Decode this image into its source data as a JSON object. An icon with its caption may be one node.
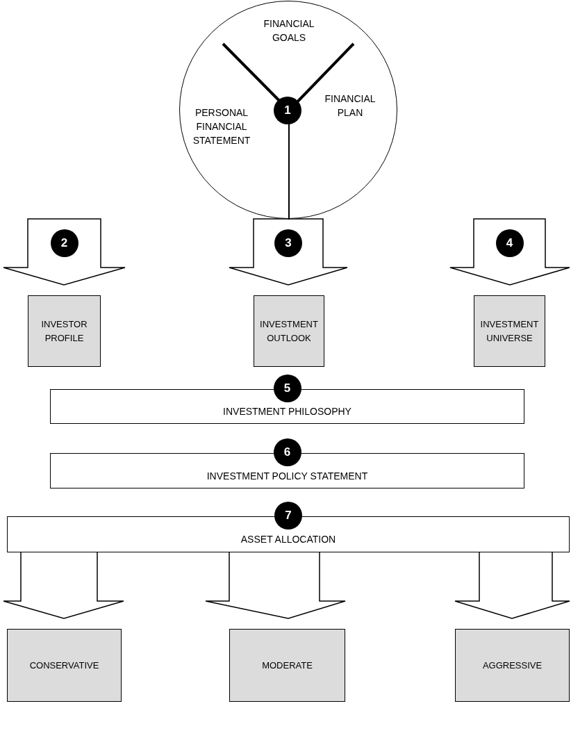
{
  "diagram": {
    "nodes": [
      {
        "text": [
          "FINANCIAL GOALS",
          "PERSONAL FINANCIAL STATEMENT",
          "1",
          "FINANCIAL PLAN"
        ]
      },
      {
        "text": [
          "INVESTOR PROFILE"
        ]
      },
      {
        "text": [
          "INVESTMENT OUTLOOK"
        ]
      },
      {
        "text": [
          "INVESTMENT UNIVERSE"
        ]
      },
      {
        "text": [
          "5",
          "INVESTMENT PHILOSOPHY"
        ]
      },
      {
        "text": [
          "6",
          "INVESTMENT POLICY STATEMENT"
        ]
      },
      {
        "text": [
          "7",
          "ASSET ALLOCATION"
        ]
      },
      {
        "text": [
          "CONSERVATIVE"
        ]
      },
      {
        "text": [
          "MODERATE"
        ]
      },
      {
        "text": [
          "AGGRESSIVE"
        ]
      }
    ],
    "edges": [
      {
        "from": 0,
        "to": 1,
        "arrow": "to",
        "label": "2"
      },
      {
        "from": 0,
        "to": 2,
        "arrow": "to",
        "label": "3"
      },
      {
        "from": 0,
        "to": 3,
        "arrow": "to",
        "label": "4"
      },
      {
        "from": 6,
        "to": 7,
        "arrow": "to"
      },
      {
        "from": 6,
        "to": 8,
        "arrow": "to"
      },
      {
        "from": 6,
        "to": 9,
        "arrow": "to"
      }
    ]
  }
}
